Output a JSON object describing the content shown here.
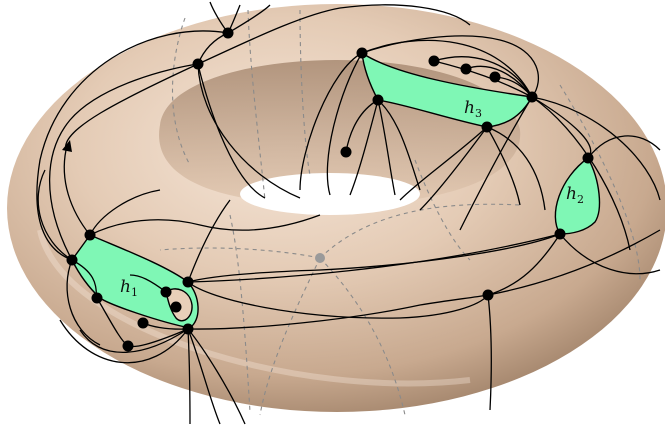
{
  "regions": [
    {
      "id": "h1",
      "base": "h",
      "index": "1"
    },
    {
      "id": "h2",
      "base": "h",
      "index": "2"
    },
    {
      "id": "h3",
      "base": "h",
      "index": "3"
    }
  ],
  "colors": {
    "region_fill": "#7ff7b5",
    "torus_light": "#f1dccc",
    "torus_mid": "#d8bba3",
    "torus_dark": "#9f8168",
    "edge": "#000000",
    "vertex": "#000000",
    "guide_lines": "#8a8a8a",
    "center_point": "#9a9a9a"
  },
  "elements": {
    "surface": "torus",
    "vertex_marker": "filled-circle",
    "guide_style": "dashed"
  }
}
